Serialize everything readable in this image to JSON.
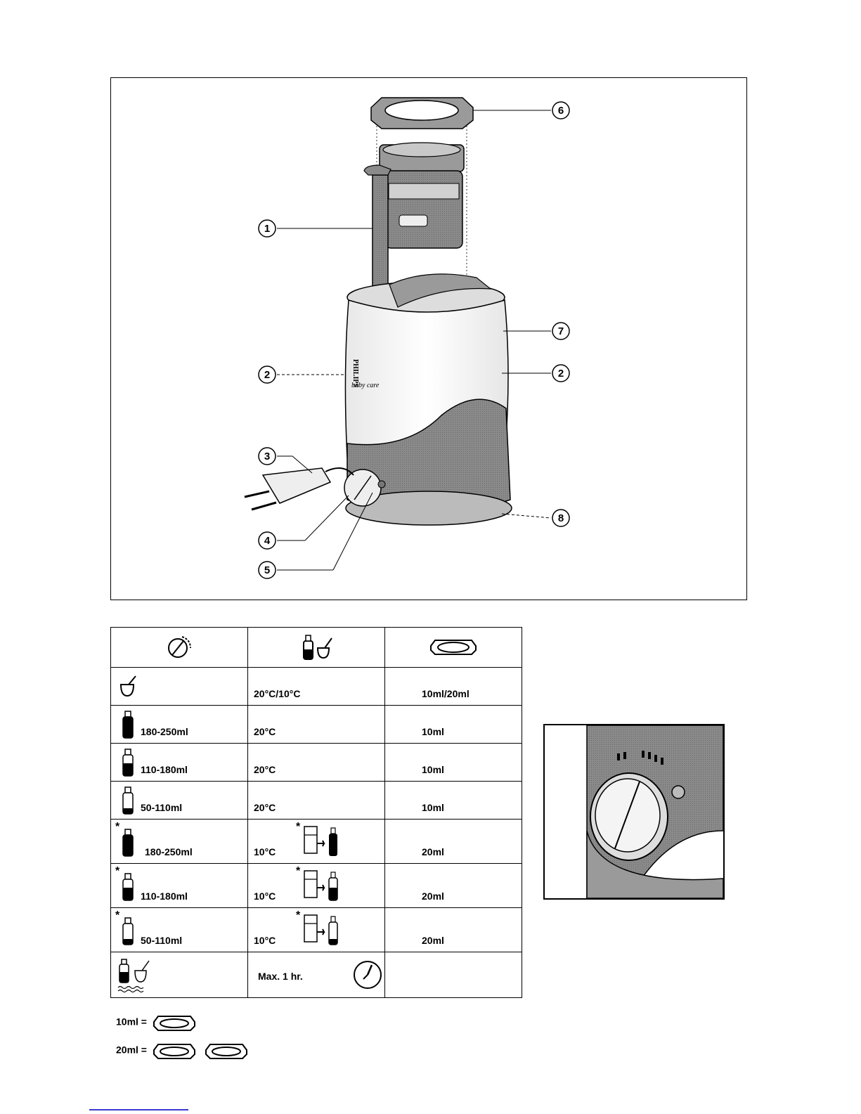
{
  "diagram": {
    "brand_text": "PHILIPS",
    "sub_brand_text": "baby care",
    "callouts": [
      "1",
      "2",
      "3",
      "4",
      "5",
      "6",
      "7",
      "8",
      "2"
    ]
  },
  "table": {
    "headers": [
      "dial-icon",
      "bottle-and-jar-icon",
      "ring-icon"
    ],
    "rows": [
      {
        "icon": "jar-icon",
        "volume": "",
        "temp": "20°C/10°C",
        "ring": "10ml/20ml",
        "fridge": false
      },
      {
        "icon": "bottle-full-icon",
        "volume": "180-250ml",
        "temp": "20°C",
        "ring": "10ml",
        "fridge": false
      },
      {
        "icon": "bottle-medium-icon",
        "volume": "110-180ml",
        "temp": "20°C",
        "ring": "10ml",
        "fridge": false
      },
      {
        "icon": "bottle-small-icon",
        "volume": "50-110ml",
        "temp": "20°C",
        "ring": "10ml",
        "fridge": false
      },
      {
        "icon": "bottle-full-icon",
        "volume": "180-250ml",
        "temp": "10°C",
        "ring": "20ml",
        "fridge": true
      },
      {
        "icon": "bottle-medium-icon",
        "volume": "110-180ml",
        "temp": "10°C",
        "ring": "20ml",
        "fridge": true
      },
      {
        "icon": "bottle-small-icon",
        "volume": "50-110ml",
        "temp": "10°C",
        "ring": "20ml",
        "fridge": true
      },
      {
        "icon": "bottle-and-jar-warm-icon",
        "volume": "",
        "temp": "Max. 1 hr.",
        "ring": "",
        "fridge": false
      }
    ]
  },
  "legend": {
    "line1": "10ml =",
    "line2": "20ml ="
  }
}
